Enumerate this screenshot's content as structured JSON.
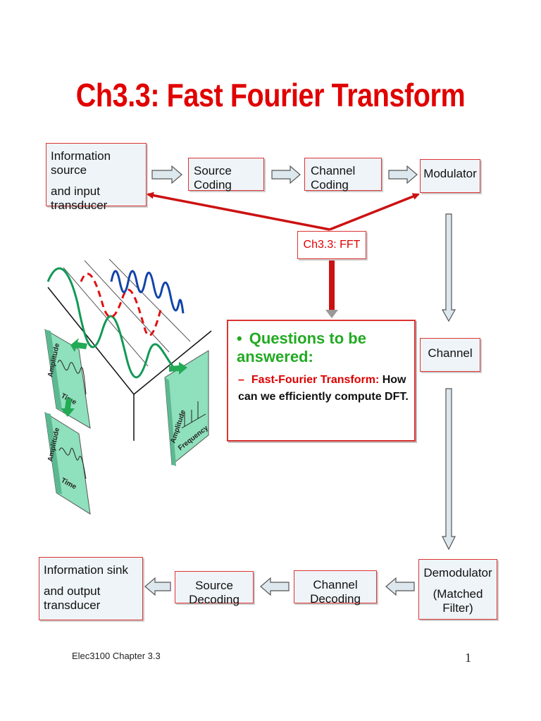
{
  "slide": {
    "title": "Ch3.3: Fast Fourier Transform",
    "footer_left": "Elec3100 Chapter 3.3",
    "page_number": "1"
  },
  "blocks": {
    "info_source": [
      "Information source",
      "and input transducer"
    ],
    "source_coding": "Source Coding",
    "channel_coding": "Channel Coding",
    "modulator": "Modulator",
    "fft": "Ch3.3: FFT",
    "channel": "Channel",
    "demodulator": [
      "Demodulator",
      "(Matched Filter)"
    ],
    "channel_decoding": "Channel Decoding",
    "source_decoding": "Source Decoding",
    "info_sink": [
      "Information sink",
      "and output transducer"
    ]
  },
  "questions": {
    "bullet": "•",
    "heading": "Questions to be answered:",
    "dash": "–",
    "item_highlight": "Fast-Fourier Transform:",
    "item_rest": " How can we efficiently compute DFT."
  },
  "figure": {
    "panel_time_1": {
      "amplitude": "Amplitude",
      "time": "Time"
    },
    "panel_time_2": {
      "amplitude": "Amplitude",
      "time": "Time"
    },
    "panel_freq": {
      "amplitude": "Amplitude",
      "frequency": "Frequency"
    }
  },
  "colors": {
    "accent_red": "#dd0000",
    "title_red": "#e00000",
    "green": "#22aa22",
    "box_fill": "#eef4f8",
    "panel_green": "#8fe0bc"
  }
}
